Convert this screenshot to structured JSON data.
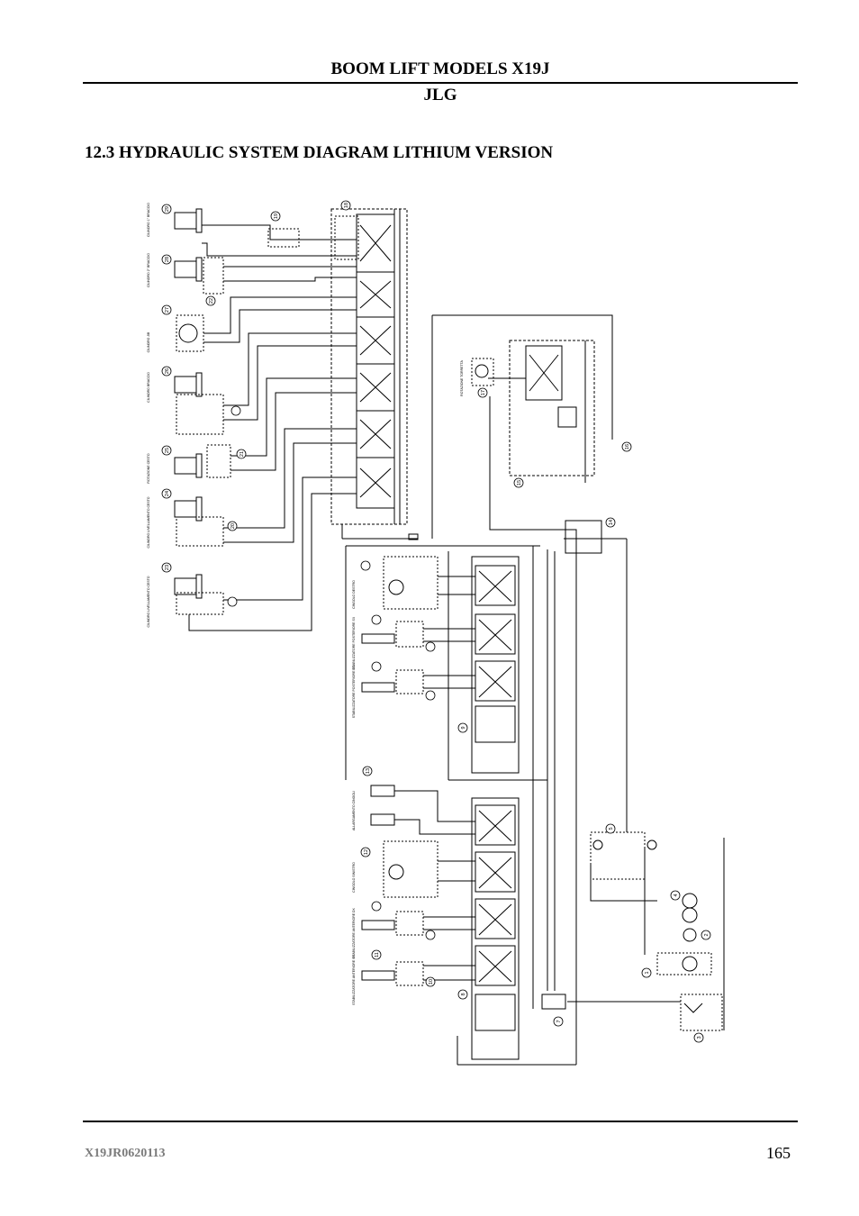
{
  "header": {
    "title": "BOOM LIFT MODELS X19J",
    "brand": "JLG"
  },
  "section": {
    "title": "12.3 HYDRAULIC SYSTEM DIAGRAM LITHIUM VERSION"
  },
  "footer": {
    "doc_code": "X19JR0620113",
    "page_number": "165"
  },
  "diagram": {
    "callouts": [
      "1",
      "2",
      "3",
      "4",
      "5",
      "7",
      "8",
      "9",
      "10",
      "11",
      "12",
      "13",
      "14",
      "15",
      "16",
      "17",
      "18",
      "19",
      "20",
      "21",
      "22",
      "23",
      "24",
      "25",
      "26",
      "27",
      "28",
      "29"
    ],
    "actuators_top": [
      "CILINDRO 1° BRACCIO",
      "CILINDRO 2° BRACCIO",
      "CILINDRO JIB",
      "CILINDRO BRACCIO",
      "ROTAZIONE CESTO",
      "CILINDRO LIVELLAMENTO CESTO",
      "CILINDRO LIVELLAMENTO CESTO"
    ],
    "actuators_middle": [
      "CINGOLO DESTRO",
      "STABILIZZATORE POSTERIORE SX",
      "STABILIZZATORE POSTERIORE DX",
      "ROTAZIONE TORRETTA"
    ],
    "actuators_bottom": [
      "ALLARGAMENTO CINGOLI",
      "CINGOLO SINISTRO",
      "STABILIZZATORE ANTERIORE DX",
      "STABILIZZATORE ANTERIORE SX"
    ]
  }
}
